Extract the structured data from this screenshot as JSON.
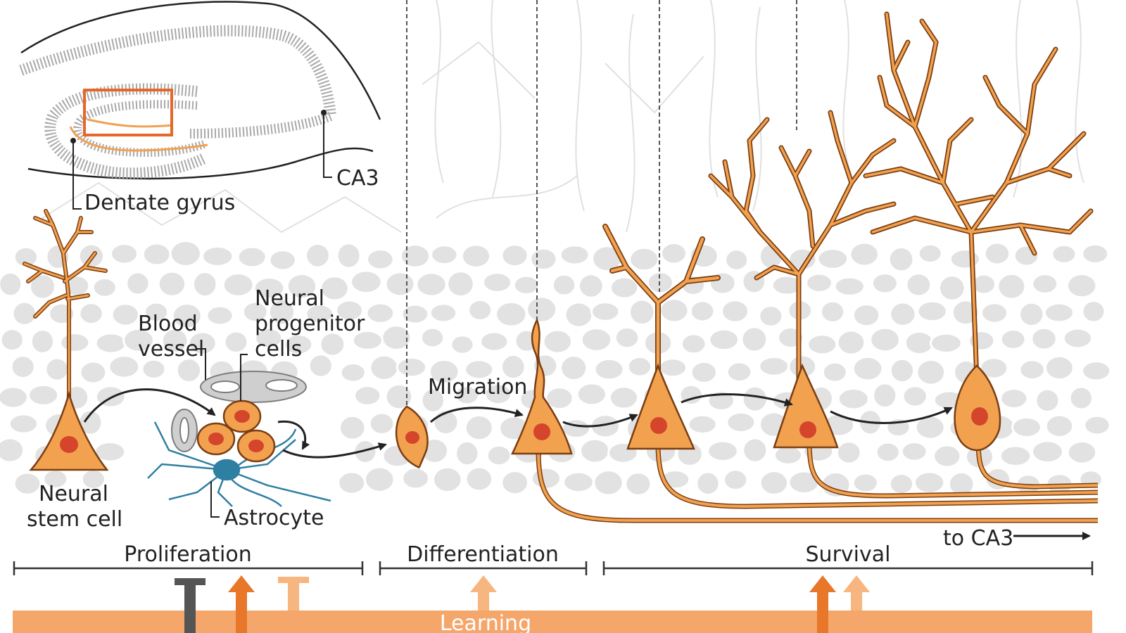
{
  "labels": {
    "ca3": "CA3",
    "dentate_gyrus": "Dentate gyrus",
    "neural_stem_cell_line1": "Neural",
    "neural_stem_cell_line2": "stem cell",
    "blood_vessel_line1": "Blood",
    "blood_vessel_line2": "vessel",
    "progenitor_line1": "Neural",
    "progenitor_line2": "progenitor",
    "progenitor_line3": "cells",
    "astrocyte": "Astrocyte",
    "migration": "Migration",
    "to_ca3": "to CA3"
  },
  "stages": {
    "proliferation": "Proliferation",
    "differentiation": "Differentiation",
    "survival": "Survival"
  },
  "learning_bar": {
    "label": "Learning"
  },
  "colors": {
    "neuron_fill": "#f2a14f",
    "neuron_stroke": "#7a3e12",
    "nucleus": "#d4452c",
    "astrocyte": "#2f7fa3",
    "highlight_box": "#e7672a",
    "learning_bar": "#f5a66a",
    "arrow_dark_orange": "#e8772a",
    "arrow_light_orange": "#f7b57f",
    "inhibit_gray": "#555555",
    "cell_layer": "#e2e2e2"
  }
}
